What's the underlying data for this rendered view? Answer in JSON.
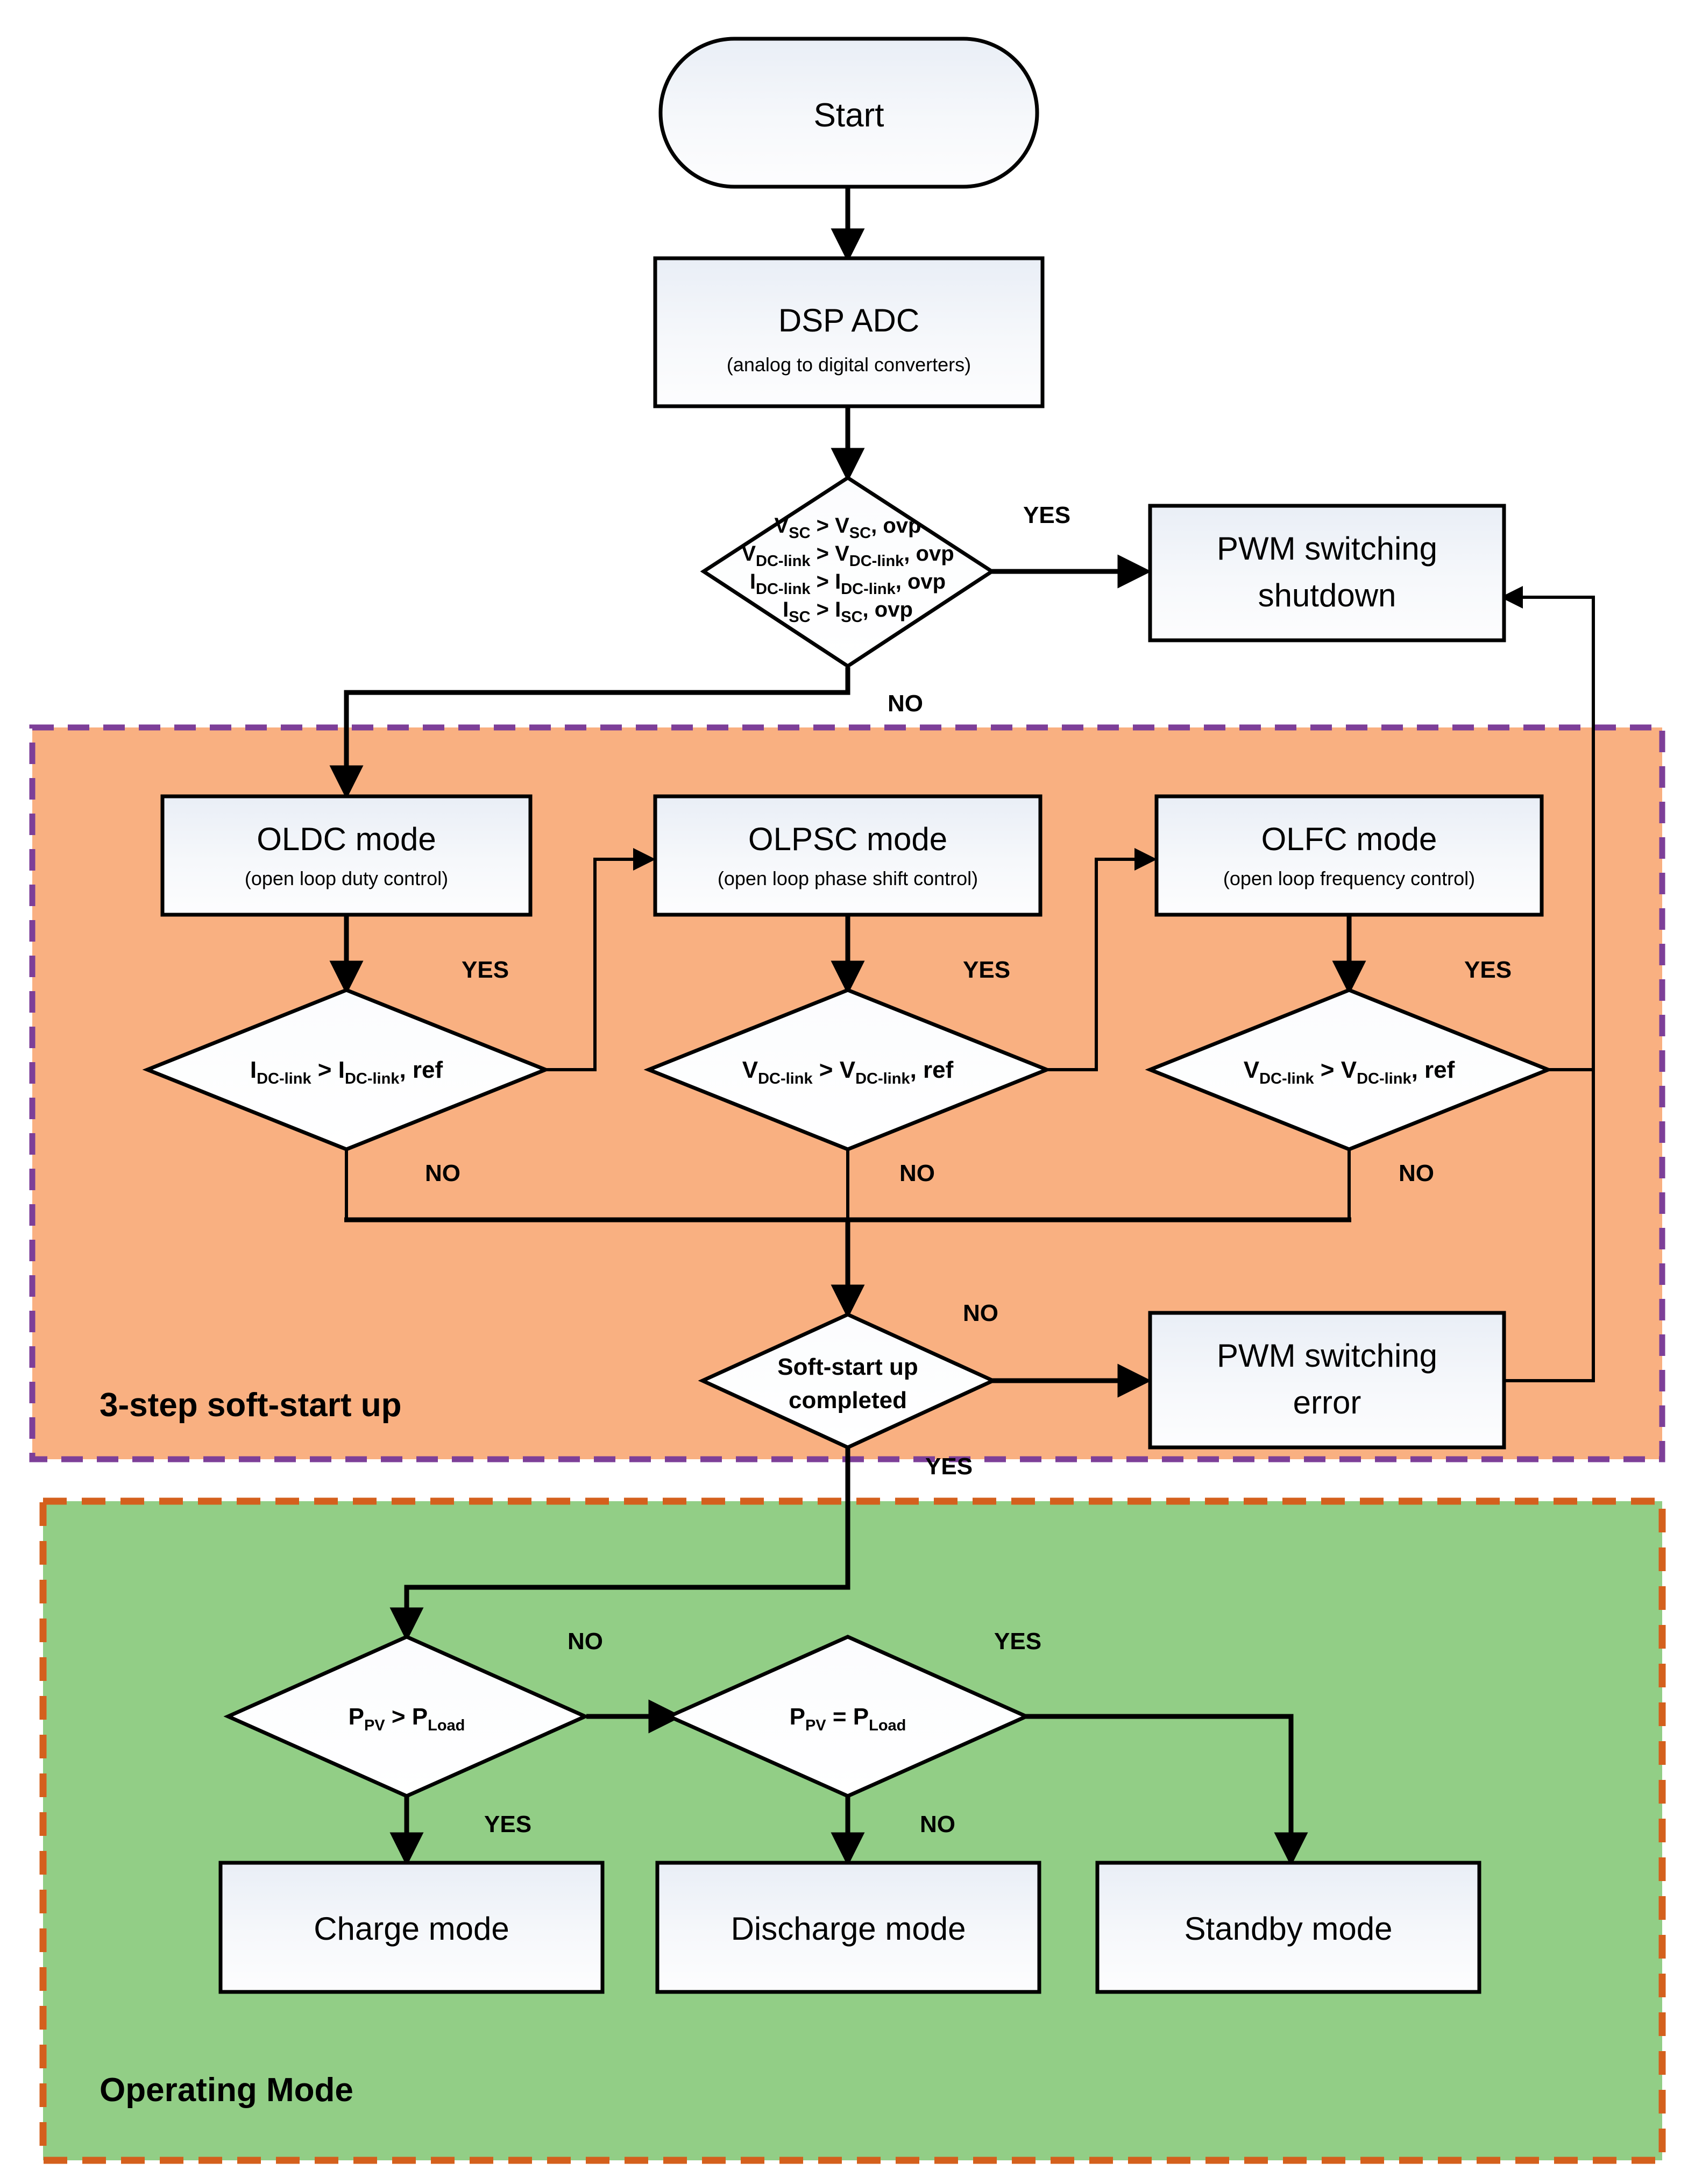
{
  "diagram": {
    "title": "Control flowchart: 3-step soft-start up and operating mode selection",
    "colors": {
      "softstart_fill": "#F9B081",
      "softstart_border": "#7D3F98",
      "operating_fill": "#92CE86",
      "operating_border": "#D4601D",
      "node_fill_top": "#EDF1F7",
      "node_fill_bottom": "#FBFCFE",
      "line": "#000000"
    },
    "regions": [
      {
        "id": "softstart",
        "label": "3-step soft-start up"
      },
      {
        "id": "operating",
        "label": "Operating Mode"
      }
    ],
    "nodes": {
      "start": {
        "label": "Start",
        "shape": "terminator"
      },
      "adc": {
        "label": "DSP ADC",
        "sublabel": "(analog to digital converters)",
        "shape": "process"
      },
      "protection": {
        "shape": "decision",
        "lines": [
          {
            "main": "V",
            "sub": "SC",
            "rest": " > V",
            "sub2": "SC",
            "tail": ", ovp"
          },
          {
            "main": "V",
            "sub": "DC-link",
            "rest": " > V",
            "sub2": "DC-link",
            "tail": ", ovp"
          },
          {
            "main": "I",
            "sub": "DC-link",
            "rest": " > I",
            "sub2": "DC-link",
            "tail": ", ovp"
          },
          {
            "main": "I",
            "sub": "SC",
            "rest": " > I",
            "sub2": "SC",
            "tail": ", ovp"
          }
        ]
      },
      "pwm_shutdown": {
        "label_line1": "PWM switching",
        "label_line2": "shutdown",
        "shape": "process"
      },
      "oldc": {
        "label": "OLDC mode",
        "sublabel": "(open loop duty control)",
        "shape": "process"
      },
      "olpsc": {
        "label": "OLPSC mode",
        "sublabel": "(open loop phase shift control)",
        "shape": "process"
      },
      "olfc": {
        "label": "OLFC mode",
        "sublabel": "(open loop frequency control)",
        "shape": "process"
      },
      "dec_idc": {
        "shape": "decision",
        "main": "I",
        "sub": "DC-link",
        "rest": " > I",
        "sub2": "DC-link",
        "tail": ", ref"
      },
      "dec_vdc1": {
        "shape": "decision",
        "main": "V",
        "sub": "DC-link",
        "rest": " > V",
        "sub2": "DC-link",
        "tail": ", ref"
      },
      "dec_vdc2": {
        "shape": "decision",
        "main": "V",
        "sub": "DC-link",
        "rest": " > V",
        "sub2": "DC-link",
        "tail": ", ref"
      },
      "dec_softstart": {
        "shape": "decision",
        "label_line1": "Soft-start up",
        "label_line2": "completed"
      },
      "pwm_error": {
        "label_line1": "PWM switching",
        "label_line2": "error",
        "shape": "process"
      },
      "dec_ppv_gt": {
        "shape": "decision",
        "main": "P",
        "sub": "PV",
        "rest": " > P",
        "sub2": "Load",
        "tail": ""
      },
      "dec_ppv_eq": {
        "shape": "decision",
        "main": "P",
        "sub": "PV",
        "rest": " = P",
        "sub2": "Load",
        "tail": ""
      },
      "charge": {
        "label": "Charge mode",
        "shape": "process"
      },
      "discharge": {
        "label": "Discharge mode",
        "shape": "process"
      },
      "standby": {
        "label": "Standby mode",
        "shape": "process"
      }
    },
    "edge_labels": {
      "protection_yes": "YES",
      "protection_no": "NO",
      "idc_yes": "YES",
      "idc_no": "NO",
      "vdc1_yes": "YES",
      "vdc1_no": "NO",
      "vdc2_yes": "YES",
      "vdc2_no": "NO",
      "softstart_no": "NO",
      "softstart_yes": "YES",
      "ppv_gt_no": "NO",
      "ppv_gt_yes": "YES",
      "ppv_eq_yes": "YES",
      "ppv_eq_no": "NO"
    }
  }
}
